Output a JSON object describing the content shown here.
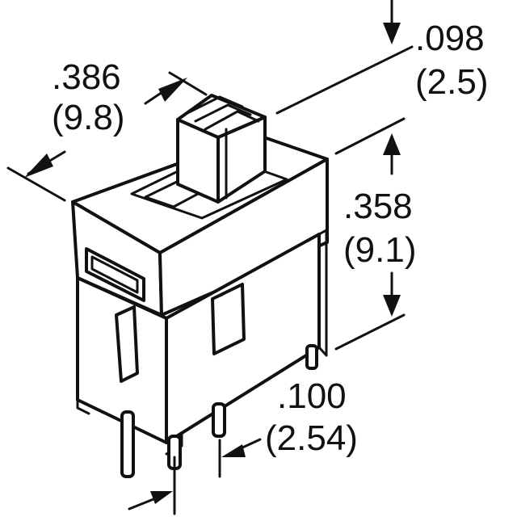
{
  "dimensions": {
    "length": {
      "inch": ".386",
      "mm": "(9.8)"
    },
    "actuator": {
      "inch": ".098",
      "mm": "(2.5)"
    },
    "height": {
      "inch": ".358",
      "mm": "(9.1)"
    },
    "pitch": {
      "inch": ".100",
      "mm": "(2.54)"
    }
  },
  "colors": {
    "line": "#111111",
    "background": "#ffffff"
  }
}
